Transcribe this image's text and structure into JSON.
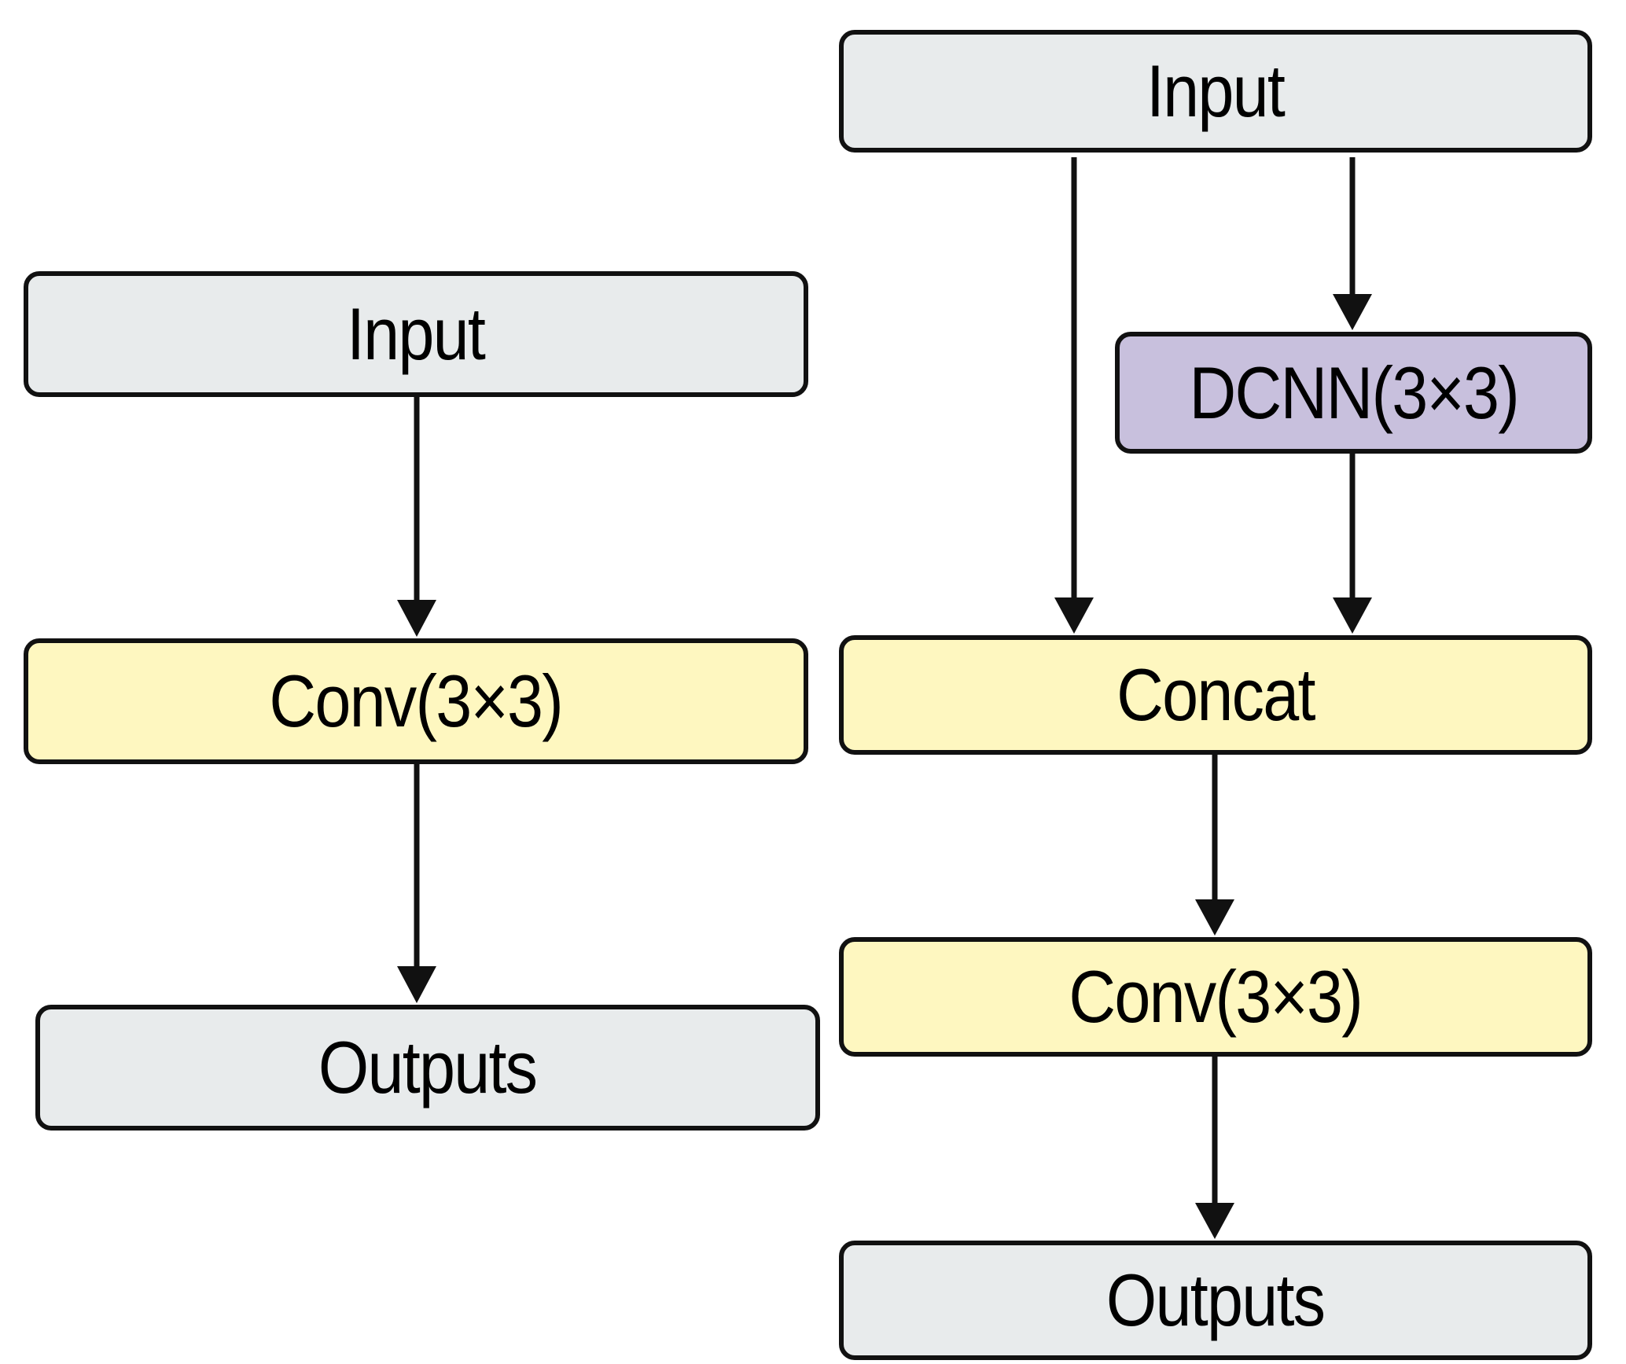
{
  "left_panel": {
    "input_label": "Input",
    "conv_label": "Conv(3×3)",
    "outputs_label": "Outputs"
  },
  "right_panel": {
    "input_label": "Input",
    "dcnn_label": "DCNN(3×3)",
    "concat_label": "Concat",
    "conv_label": "Conv(3×3)",
    "outputs_label": "Outputs"
  },
  "colors": {
    "io_fill": "#e8ebec",
    "conv_fill": "#fef7c0",
    "dcnn_fill": "#c8c0dd",
    "stroke": "#111111"
  }
}
